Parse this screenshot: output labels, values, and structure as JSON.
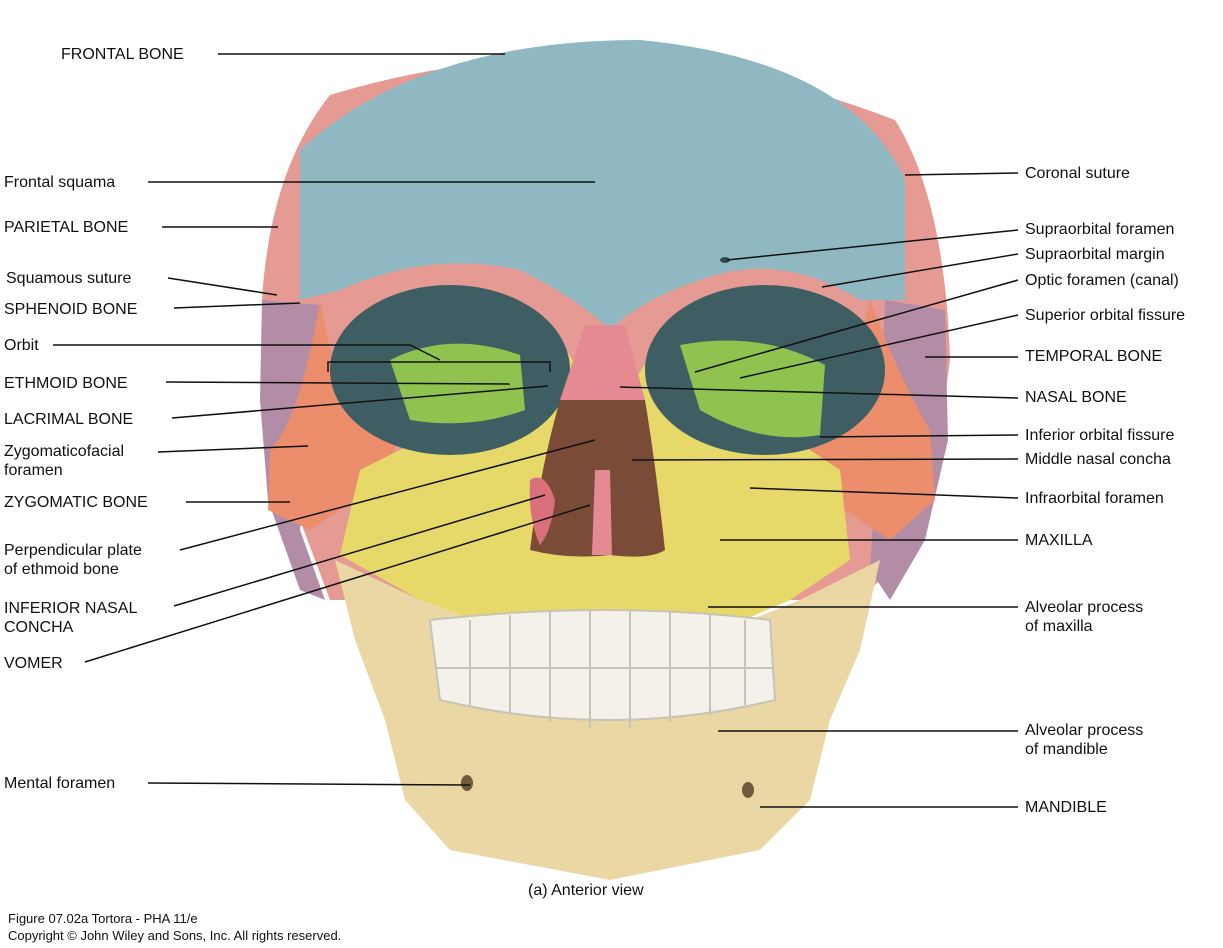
{
  "caption": "(a) Anterior view",
  "credit": {
    "figure": "Figure 07.02a  Tortora - PHA 11/e",
    "copyright": "Copyright © John Wiley and Sons, Inc. All rights reserved."
  },
  "labels_left": [
    {
      "id": "frontal-bone",
      "text": "FRONTAL BONE"
    },
    {
      "id": "frontal-squama",
      "text": "Frontal squama"
    },
    {
      "id": "parietal-bone",
      "text": "PARIETAL BONE"
    },
    {
      "id": "squamous-suture",
      "text": "Squamous suture"
    },
    {
      "id": "sphenoid-bone",
      "text": "SPHENOID BONE"
    },
    {
      "id": "orbit",
      "text": "Orbit"
    },
    {
      "id": "ethmoid-bone",
      "text": "ETHMOID BONE"
    },
    {
      "id": "lacrimal-bone",
      "text": "LACRIMAL BONE"
    },
    {
      "id": "zygomaticofacial-foramen-1",
      "text": "Zygomaticofacial"
    },
    {
      "id": "zygomaticofacial-foramen-2",
      "text": "foramen"
    },
    {
      "id": "zygomatic-bone",
      "text": "ZYGOMATIC BONE"
    },
    {
      "id": "perpendicular-plate-1",
      "text": "Perpendicular plate"
    },
    {
      "id": "perpendicular-plate-2",
      "text": "of ethmoid bone"
    },
    {
      "id": "inferior-nasal-concha-1",
      "text": "INFERIOR NASAL"
    },
    {
      "id": "inferior-nasal-concha-2",
      "text": "CONCHA"
    },
    {
      "id": "vomer",
      "text": "VOMER"
    },
    {
      "id": "mental-foramen",
      "text": "Mental foramen"
    }
  ],
  "labels_right": [
    {
      "id": "coronal-suture",
      "text": "Coronal suture"
    },
    {
      "id": "supraorbital-foramen",
      "text": "Supraorbital foramen"
    },
    {
      "id": "supraorbital-margin",
      "text": "Supraorbital margin"
    },
    {
      "id": "optic-foramen",
      "text": "Optic foramen (canal)"
    },
    {
      "id": "superior-orbital-fissure",
      "text": "Superior orbital fissure"
    },
    {
      "id": "temporal-bone",
      "text": "TEMPORAL BONE"
    },
    {
      "id": "nasal-bone",
      "text": "NASAL BONE"
    },
    {
      "id": "inferior-orbital-fissure",
      "text": "Inferior orbital fissure"
    },
    {
      "id": "middle-nasal-concha",
      "text": "Middle nasal concha"
    },
    {
      "id": "infraorbital-foramen",
      "text": "Infraorbital foramen"
    },
    {
      "id": "maxilla",
      "text": "MAXILLA"
    },
    {
      "id": "alveolar-maxilla-1",
      "text": "Alveolar process"
    },
    {
      "id": "alveolar-maxilla-2",
      "text": "of maxilla"
    },
    {
      "id": "alveolar-mandible-1",
      "text": "Alveolar process"
    },
    {
      "id": "alveolar-mandible-2",
      "text": "of mandible"
    },
    {
      "id": "mandible",
      "text": "MANDIBLE"
    }
  ],
  "colors": {
    "frontal": "#8fb8c2",
    "parietal": "#e59a93",
    "sphenoid": "#b38ca6",
    "ethmoid": "#8fc24f",
    "zygomatic": "#ec8d6c",
    "maxilla": "#e6d96a",
    "mandible": "#ead7a4",
    "nasal": "#e58a92",
    "teeth": "#f4f1ea"
  }
}
